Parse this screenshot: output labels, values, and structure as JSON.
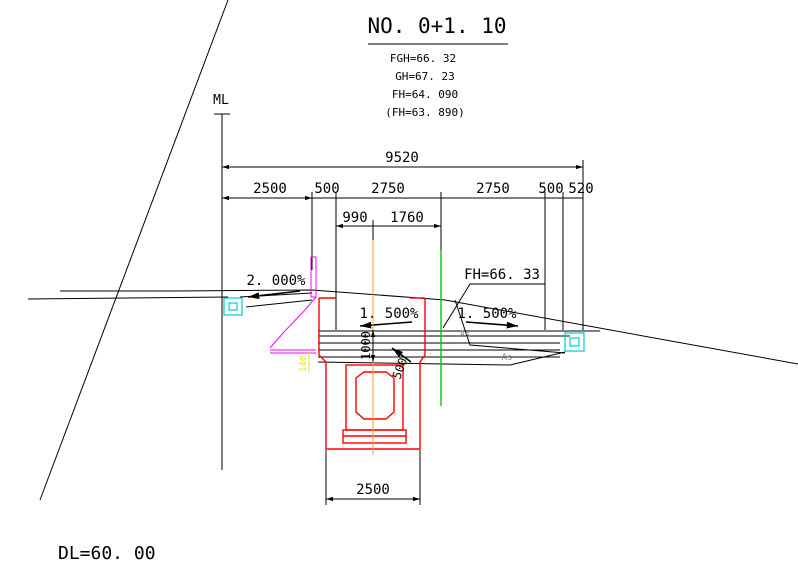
{
  "section": {
    "station": "NO. 0+1. 10",
    "elevations": [
      "FGH=66. 32",
      "GH=67. 23",
      "FH=64. 090",
      "(FH=63. 890)"
    ]
  },
  "labels": {
    "ml": "ML",
    "fh_right": "FH=66. 33",
    "datum": "DL=60. 00",
    "as_left": "As",
    "as_right": "As",
    "yellow_dim": "140"
  },
  "dimensions": {
    "overall": "9520",
    "segments": [
      "2500",
      "500",
      "2750",
      "2750",
      "500",
      "520"
    ],
    "inner": [
      "990",
      "1760"
    ],
    "bottom": "2500",
    "vertical_1": "1000",
    "vertical_2": "500"
  },
  "slopes": {
    "left": "2. 000%",
    "center": "1. 500%",
    "right": "1. 500%"
  },
  "colors": {
    "line": "#000000",
    "structure": "#ff0000",
    "center_line": "#00cc00",
    "culvert_axis": "#ff9933",
    "retaining": "#ff00ff",
    "curb": "#00cccc",
    "dim_yellow": "#e6e600"
  }
}
